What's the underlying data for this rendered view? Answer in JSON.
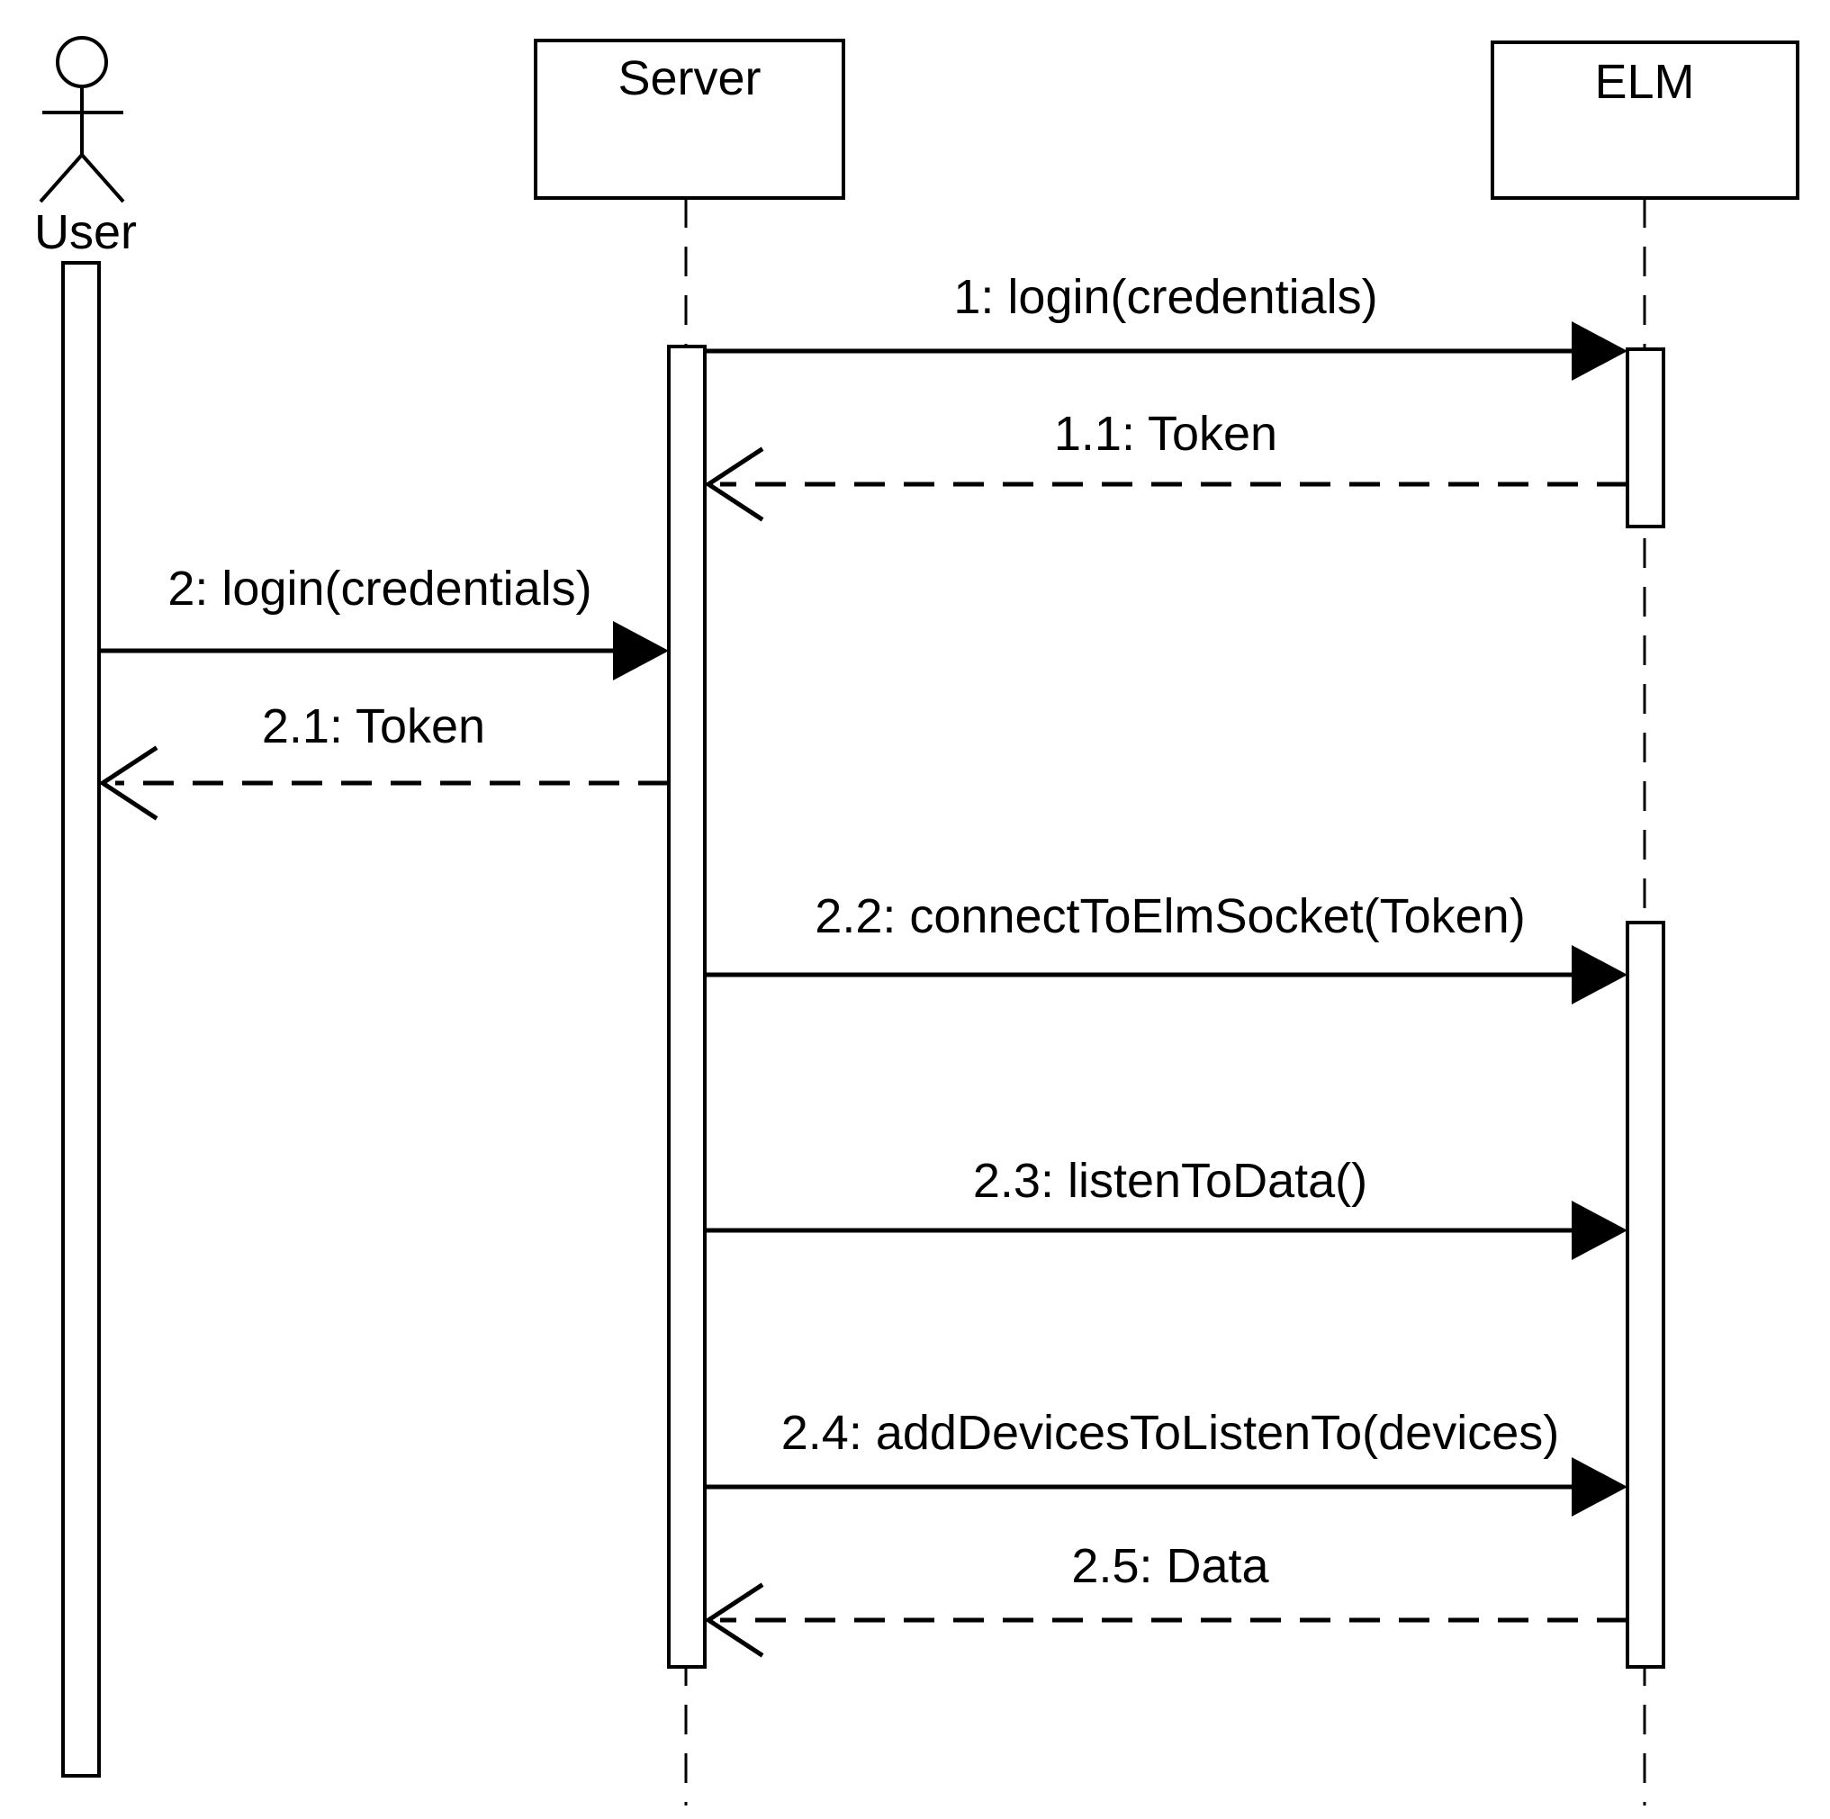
{
  "diagram": {
    "kind": "uml-sequence-diagram",
    "colors": {
      "ink": "#000000",
      "paper": "#ffffff"
    },
    "participants": [
      {
        "id": "user",
        "label": "User",
        "type": "actor"
      },
      {
        "id": "server",
        "label": "Server",
        "type": "object"
      },
      {
        "id": "elm",
        "label": "ELM",
        "type": "object"
      }
    ],
    "messages": [
      {
        "seq": "1",
        "label": "1: login(credentials)",
        "from": "server",
        "to": "elm",
        "style": "sync"
      },
      {
        "seq": "1.1",
        "label": "1.1: Token",
        "from": "elm",
        "to": "server",
        "style": "return"
      },
      {
        "seq": "2",
        "label": "2: login(credentials)",
        "from": "user",
        "to": "server",
        "style": "sync"
      },
      {
        "seq": "2.1",
        "label": "2.1: Token",
        "from": "server",
        "to": "user",
        "style": "return"
      },
      {
        "seq": "2.2",
        "label": "2.2: connectToElmSocket(Token)",
        "from": "server",
        "to": "elm",
        "style": "sync"
      },
      {
        "seq": "2.3",
        "label": "2.3: listenToData()",
        "from": "server",
        "to": "elm",
        "style": "sync"
      },
      {
        "seq": "2.4",
        "label": "2.4: addDevicesToListenTo(devices)",
        "from": "server",
        "to": "elm",
        "style": "sync"
      },
      {
        "seq": "2.5",
        "label": "2.5: Data",
        "from": "elm",
        "to": "server",
        "style": "return"
      }
    ]
  }
}
